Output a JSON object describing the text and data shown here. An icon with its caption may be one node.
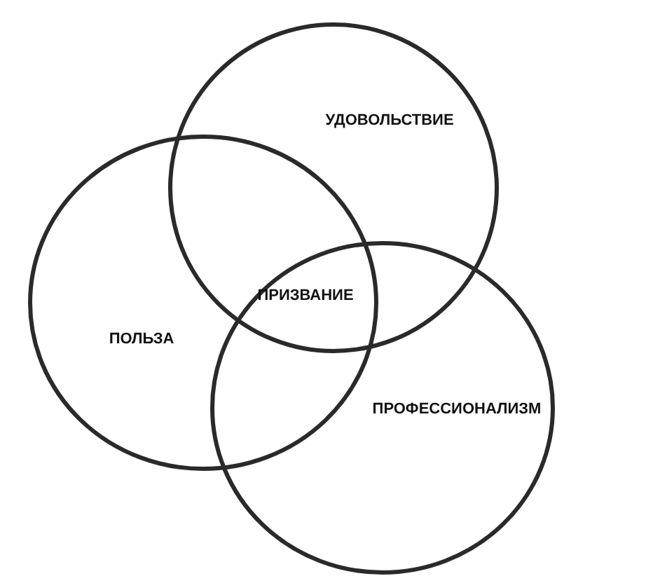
{
  "diagram": {
    "nodes": [
      {
        "text": [
          "УДОВОЛЬСТВИЕ"
        ]
      },
      {
        "text": [
          "ПОЛЬЗА"
        ]
      },
      {
        "text": [
          "ПРОФЕССИОНАЛИЗМ"
        ]
      }
    ],
    "labels": [
      "ПРИЗВАНИЕ"
    ]
  }
}
